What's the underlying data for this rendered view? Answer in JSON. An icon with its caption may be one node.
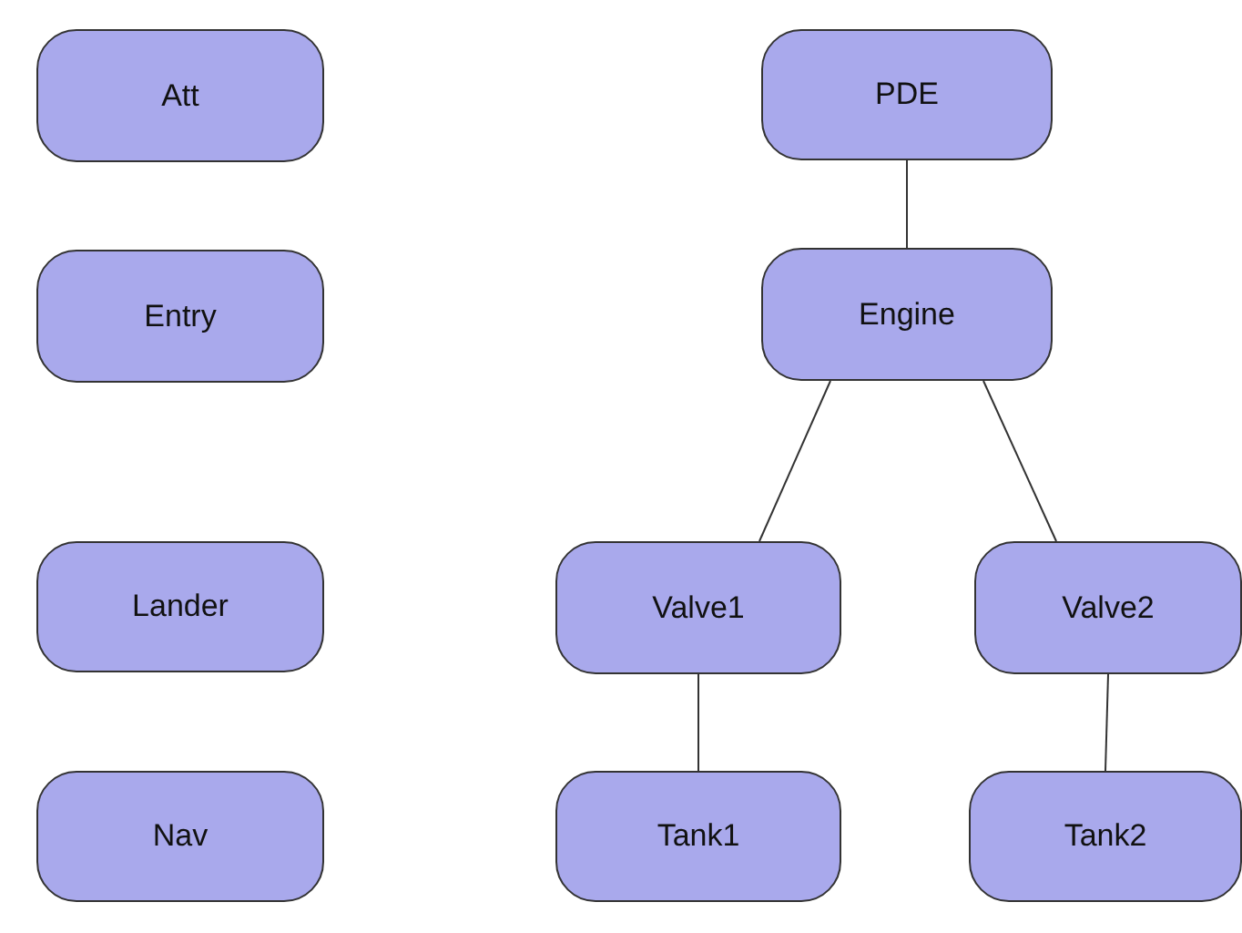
{
  "diagram": {
    "nodes": [
      {
        "text": [
          "Att"
        ]
      },
      {
        "text": [
          "Entry"
        ]
      },
      {
        "text": [
          "Lander"
        ]
      },
      {
        "text": [
          "Nav"
        ]
      },
      {
        "text": [
          "PDE"
        ]
      },
      {
        "text": [
          "Engine"
        ]
      },
      {
        "text": [
          "Valve1"
        ]
      },
      {
        "text": [
          "Valve2"
        ]
      },
      {
        "text": [
          "Tank1"
        ]
      },
      {
        "text": [
          "Tank2"
        ]
      }
    ],
    "edges": [
      {
        "from": 4,
        "to": 5,
        "arrow": "none"
      },
      {
        "from": 5,
        "to": 6,
        "arrow": "none"
      },
      {
        "from": 5,
        "to": 7,
        "arrow": "none"
      },
      {
        "from": 6,
        "to": 8,
        "arrow": "none"
      },
      {
        "from": 7,
        "to": 9,
        "arrow": "none"
      }
    ]
  }
}
